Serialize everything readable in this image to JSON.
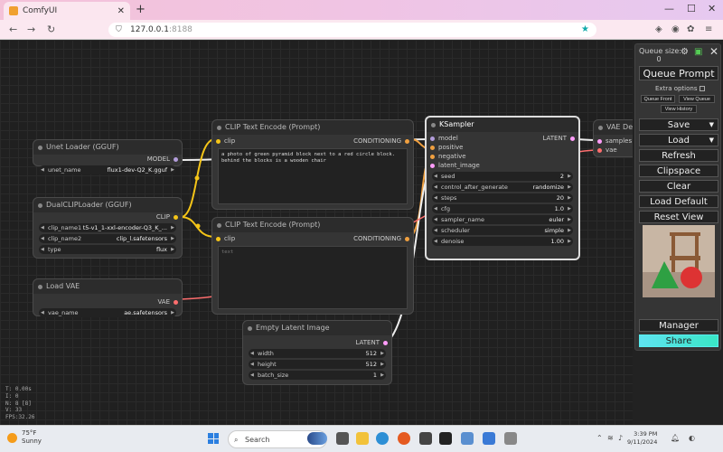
{
  "browser": {
    "tab_title": "ComfyUI",
    "url_host": "127.0.0.1",
    "url_port": ":8188"
  },
  "nodes": {
    "unet": {
      "title": "Unet Loader (GGUF)",
      "out": "MODEL",
      "widgets": [
        {
          "k": "unet_name",
          "v": "flux1-dev-Q2_K.gguf"
        }
      ]
    },
    "dualclip": {
      "title": "DualCLIPLoader (GGUF)",
      "out": "CLIP",
      "widgets": [
        {
          "k": "clip_name1",
          "v": "t5-v1_1-xxl-encoder-Q3_K_..."
        },
        {
          "k": "clip_name2",
          "v": "clip_l.safetensors"
        },
        {
          "k": "type",
          "v": "flux"
        }
      ]
    },
    "vae": {
      "title": "Load VAE",
      "out": "VAE",
      "widgets": [
        {
          "k": "vae_name",
          "v": "ae.safetensors"
        }
      ]
    },
    "clip1": {
      "title": "CLIP Text Encode (Prompt)",
      "in": "clip",
      "out": "CONDITIONING",
      "text": "a photo of green pyramid block next to a red circle block. behind the blocks is a wooden chair"
    },
    "clip2": {
      "title": "CLIP Text Encode (Prompt)",
      "in": "clip",
      "out": "CONDITIONING",
      "placeholder": "text"
    },
    "latent": {
      "title": "Empty Latent Image",
      "out": "LATENT",
      "widgets": [
        {
          "k": "width",
          "v": "512"
        },
        {
          "k": "height",
          "v": "512"
        },
        {
          "k": "batch_size",
          "v": "1"
        }
      ]
    },
    "ksampler": {
      "title": "KSampler",
      "out": "LATENT",
      "inputs": [
        "model",
        "positive",
        "negative",
        "latent_image"
      ],
      "widgets": [
        {
          "k": "seed",
          "v": "2"
        },
        {
          "k": "control_after_generate",
          "v": "randomize"
        },
        {
          "k": "steps",
          "v": "20"
        },
        {
          "k": "cfg",
          "v": "1.0"
        },
        {
          "k": "sampler_name",
          "v": "euler"
        },
        {
          "k": "scheduler",
          "v": "simple"
        },
        {
          "k": "denoise",
          "v": "1.00"
        }
      ]
    },
    "vaedec": {
      "title": "VAE Dec",
      "inputs": [
        "samples",
        "vae"
      ]
    }
  },
  "stats": [
    "T: 0.00s",
    "I: 0",
    "N: 8 [8]",
    "V: 33",
    "FPS:32.26"
  ],
  "panel": {
    "queue_size_label": "Queue size:",
    "queue_size": "0",
    "queue_prompt": "Queue Prompt",
    "extra_options": "Extra options",
    "queue_front": "Queue Front",
    "view_queue": "View Queue",
    "view_history": "View History",
    "save": "Save",
    "load": "Load",
    "refresh": "Refresh",
    "clipspace": "Clipspace",
    "clear": "Clear",
    "load_default": "Load Default",
    "reset_view": "Reset View",
    "manager": "Manager",
    "share": "Share"
  },
  "taskbar": {
    "temp": "75°F",
    "weather": "Sunny",
    "search": "Search",
    "time": "3:39 PM",
    "date": "9/11/2024"
  }
}
